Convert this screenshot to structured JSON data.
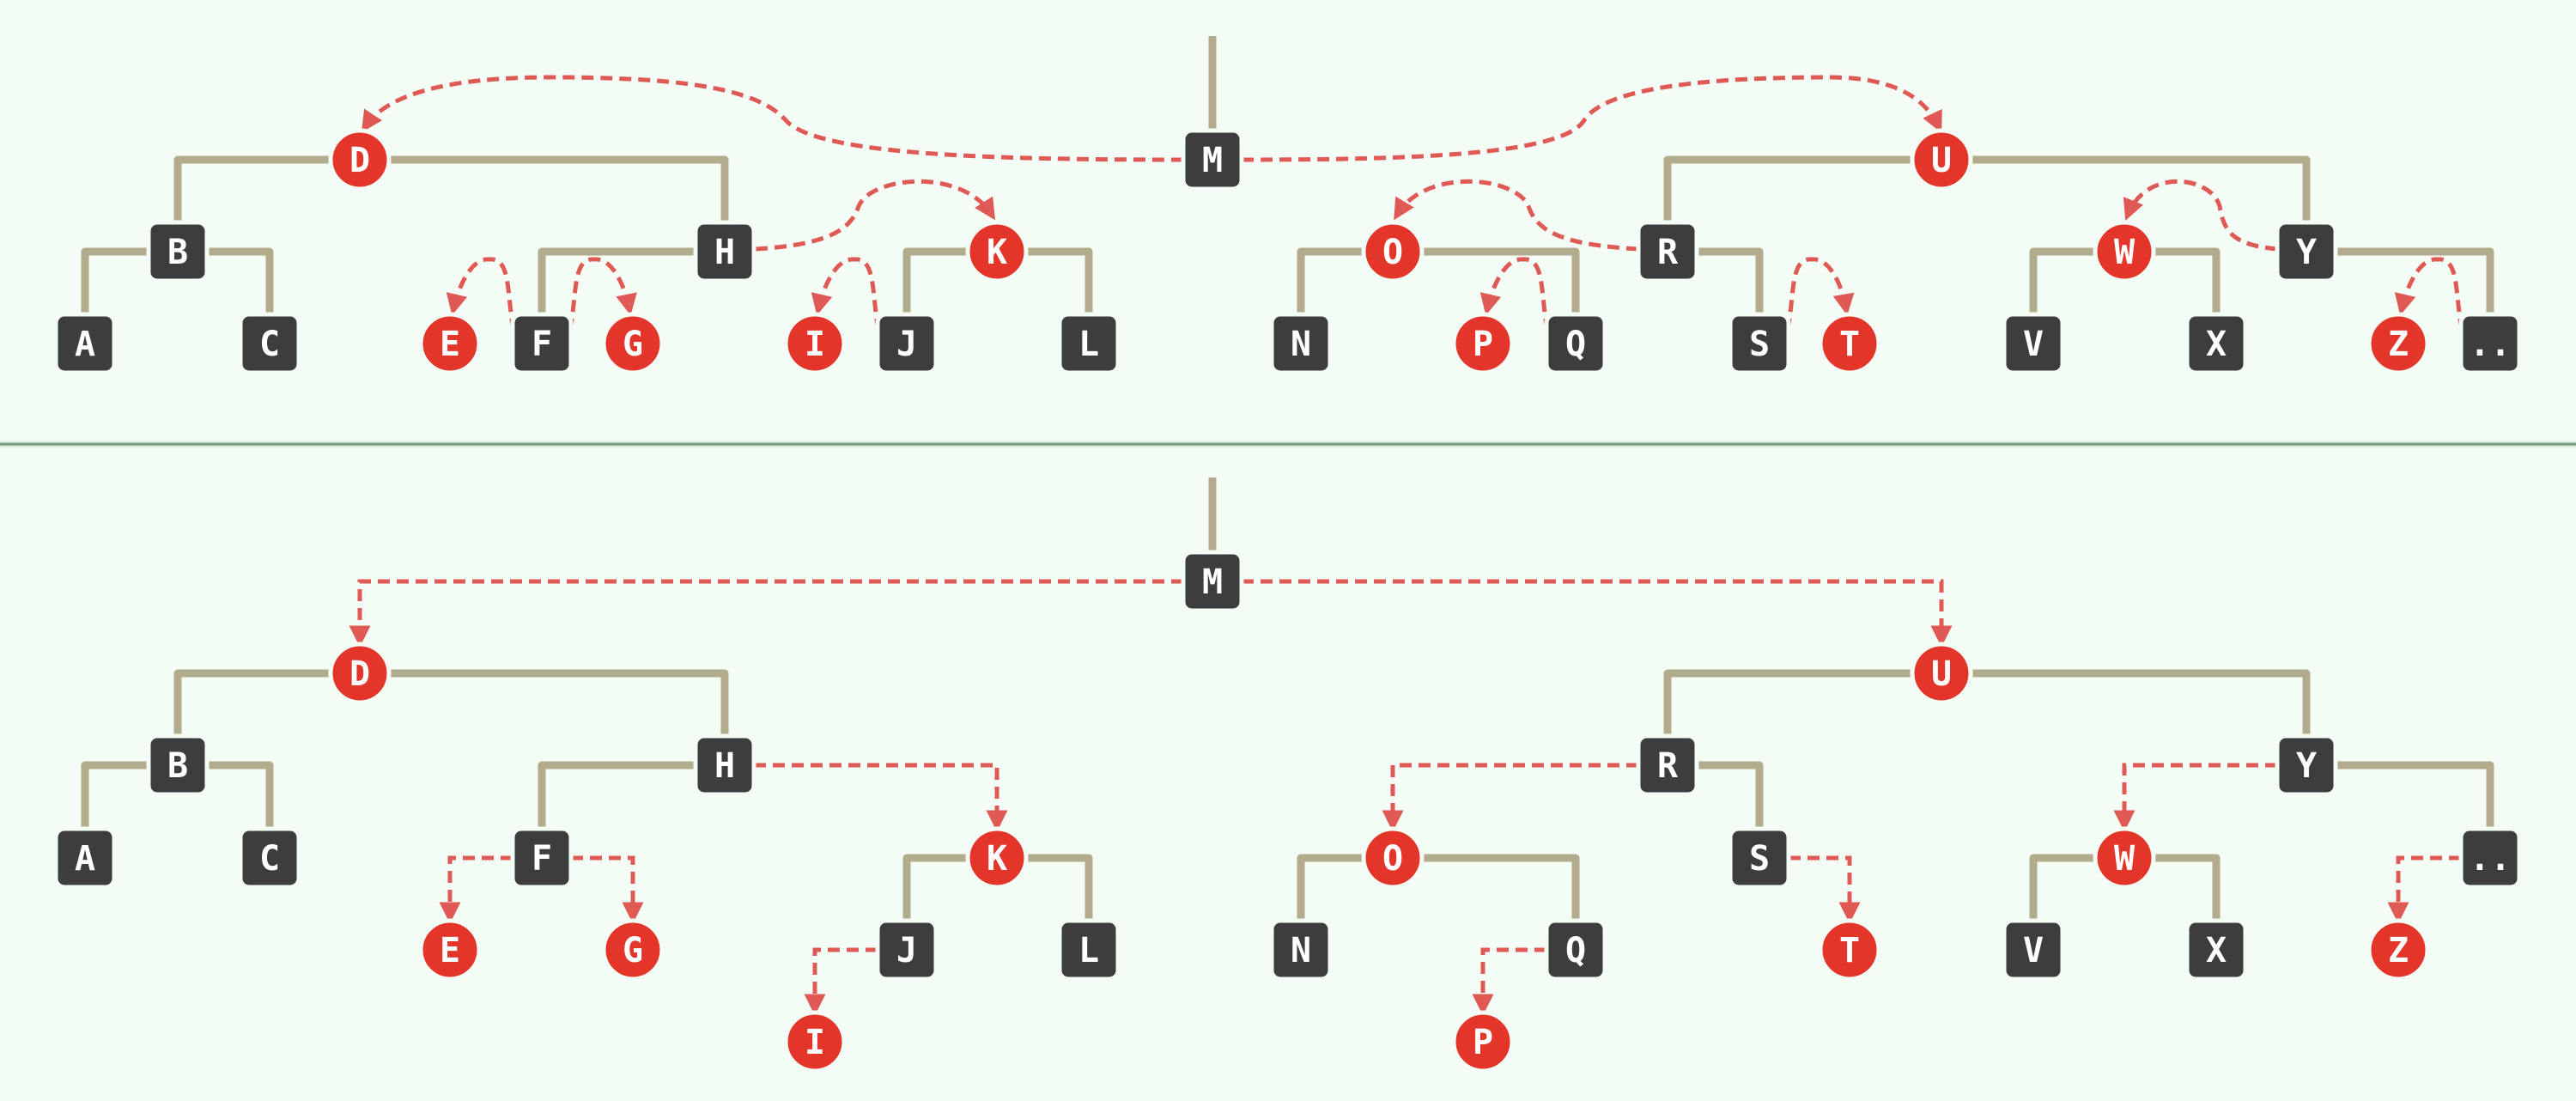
{
  "colors": {
    "red_node": "#e3352a",
    "black_node": "#3d3d3d",
    "tree_edge": "#b3ac8c",
    "red_link": "#df5a55",
    "background": "#f3fcf5",
    "divider": "#6f9f76"
  },
  "nodes": [
    {
      "label": "A",
      "color": "black"
    },
    {
      "label": "B",
      "color": "black"
    },
    {
      "label": "C",
      "color": "black"
    },
    {
      "label": "D",
      "color": "red"
    },
    {
      "label": "E",
      "color": "red"
    },
    {
      "label": "F",
      "color": "black"
    },
    {
      "label": "G",
      "color": "red"
    },
    {
      "label": "H",
      "color": "black"
    },
    {
      "label": "I",
      "color": "red"
    },
    {
      "label": "J",
      "color": "black"
    },
    {
      "label": "K",
      "color": "red"
    },
    {
      "label": "L",
      "color": "black"
    },
    {
      "label": "M",
      "color": "black"
    },
    {
      "label": "N",
      "color": "black"
    },
    {
      "label": "O",
      "color": "red"
    },
    {
      "label": "P",
      "color": "red"
    },
    {
      "label": "Q",
      "color": "black"
    },
    {
      "label": "R",
      "color": "black"
    },
    {
      "label": "S",
      "color": "black"
    },
    {
      "label": "T",
      "color": "red"
    },
    {
      "label": "U",
      "color": "red"
    },
    {
      "label": "V",
      "color": "black"
    },
    {
      "label": "W",
      "color": "red"
    },
    {
      "label": "X",
      "color": "black"
    },
    {
      "label": "Y",
      "color": "black"
    },
    {
      "label": "Z",
      "color": "red"
    },
    {
      "label": "..",
      "color": "black"
    }
  ],
  "panels": [
    {
      "name": "top",
      "tree_edges": [
        [
          "D",
          "B"
        ],
        [
          "D",
          "H"
        ],
        [
          "B",
          "A"
        ],
        [
          "B",
          "C"
        ],
        [
          "H",
          "F"
        ],
        [
          "K",
          "J"
        ],
        [
          "K",
          "L"
        ],
        [
          "O",
          "N"
        ],
        [
          "O",
          "Q"
        ],
        [
          "R",
          "S"
        ],
        [
          "U",
          "R"
        ],
        [
          "U",
          "Y"
        ],
        [
          "W",
          "V"
        ],
        [
          "W",
          "X"
        ],
        [
          "Y",
          ".."
        ]
      ],
      "red_links": [
        [
          "M",
          "D"
        ],
        [
          "M",
          "U"
        ],
        [
          "H",
          "K"
        ],
        [
          "F",
          "E"
        ],
        [
          "F",
          "G"
        ],
        [
          "J",
          "I"
        ],
        [
          "R",
          "O"
        ],
        [
          "Q",
          "P"
        ],
        [
          "S",
          "T"
        ],
        [
          "Y",
          "W"
        ],
        [
          "..",
          "Z"
        ]
      ]
    },
    {
      "name": "bottom",
      "tree_edges": [
        [
          "D",
          "B"
        ],
        [
          "D",
          "H"
        ],
        [
          "B",
          "A"
        ],
        [
          "B",
          "C"
        ],
        [
          "H",
          "F"
        ],
        [
          "K",
          "J"
        ],
        [
          "K",
          "L"
        ],
        [
          "O",
          "N"
        ],
        [
          "O",
          "Q"
        ],
        [
          "R",
          "S"
        ],
        [
          "U",
          "R"
        ],
        [
          "U",
          "Y"
        ],
        [
          "W",
          "V"
        ],
        [
          "W",
          "X"
        ],
        [
          "Y",
          ".."
        ]
      ],
      "red_links": [
        [
          "M",
          "D"
        ],
        [
          "M",
          "U"
        ],
        [
          "H",
          "K"
        ],
        [
          "F",
          "E"
        ],
        [
          "F",
          "G"
        ],
        [
          "J",
          "I"
        ],
        [
          "R",
          "O"
        ],
        [
          "Q",
          "P"
        ],
        [
          "S",
          "T"
        ],
        [
          "Y",
          "W"
        ],
        [
          "..",
          "Z"
        ]
      ]
    }
  ]
}
